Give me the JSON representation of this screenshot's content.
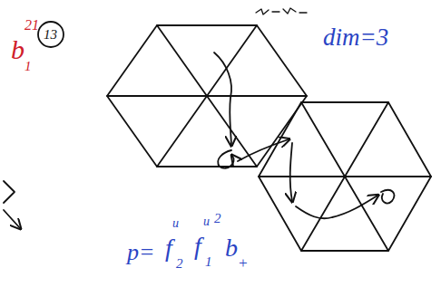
{
  "diagram": {
    "labels": [
      "b",
      "21",
      "1",
      "13",
      "dim=3",
      "p=",
      "f",
      "u",
      "2",
      "f",
      "u",
      "2",
      "1",
      "b",
      "+"
    ]
  }
}
